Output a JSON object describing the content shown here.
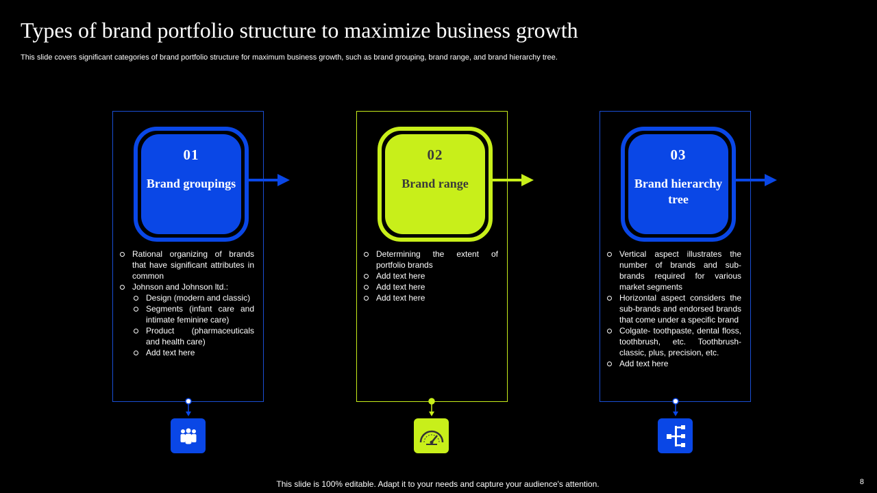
{
  "title": "Types of brand portfolio structure to maximize business growth",
  "subtitle": "This slide covers significant categories of brand portfolio structure for maximum business growth, such as brand grouping, brand range, and brand hierarchy tree.",
  "cards": [
    {
      "number": "01",
      "label": "Brand groupings",
      "bullets": [
        "Rational organizing of brands that have significant attributes in common",
        "Johnson and Johnson ltd.:",
        "Design (modern and classic)",
        "Segments (infant care and intimate feminine care)",
        "Product (pharmaceuticals and health care)",
        "Add text here"
      ],
      "icon": "team-icon",
      "color": "#0a47e6"
    },
    {
      "number": "02",
      "label": "Brand range",
      "bullets": [
        "Determining the extent of portfolio brands",
        "Add text here",
        "Add text here",
        "Add text here"
      ],
      "icon": "speedometer-icon",
      "color": "#c8ef1a"
    },
    {
      "number": "03",
      "label": "Brand hierarchy tree",
      "bullets": [
        "Vertical aspect illustrates the number of brands and sub-brands required for various market segments",
        " Horizontal aspect considers the sub-brands and endorsed brands that come under a specific brand",
        "Colgate- toothpaste, dental floss, toothbrush, etc. Toothbrush- classic, plus, precision, etc.",
        "Add text here"
      ],
      "icon": "hierarchy-icon",
      "color": "#0a47e6"
    }
  ],
  "footer": "This slide is 100% editable. Adapt it to your needs and capture your audience's attention.",
  "page_number": "8"
}
